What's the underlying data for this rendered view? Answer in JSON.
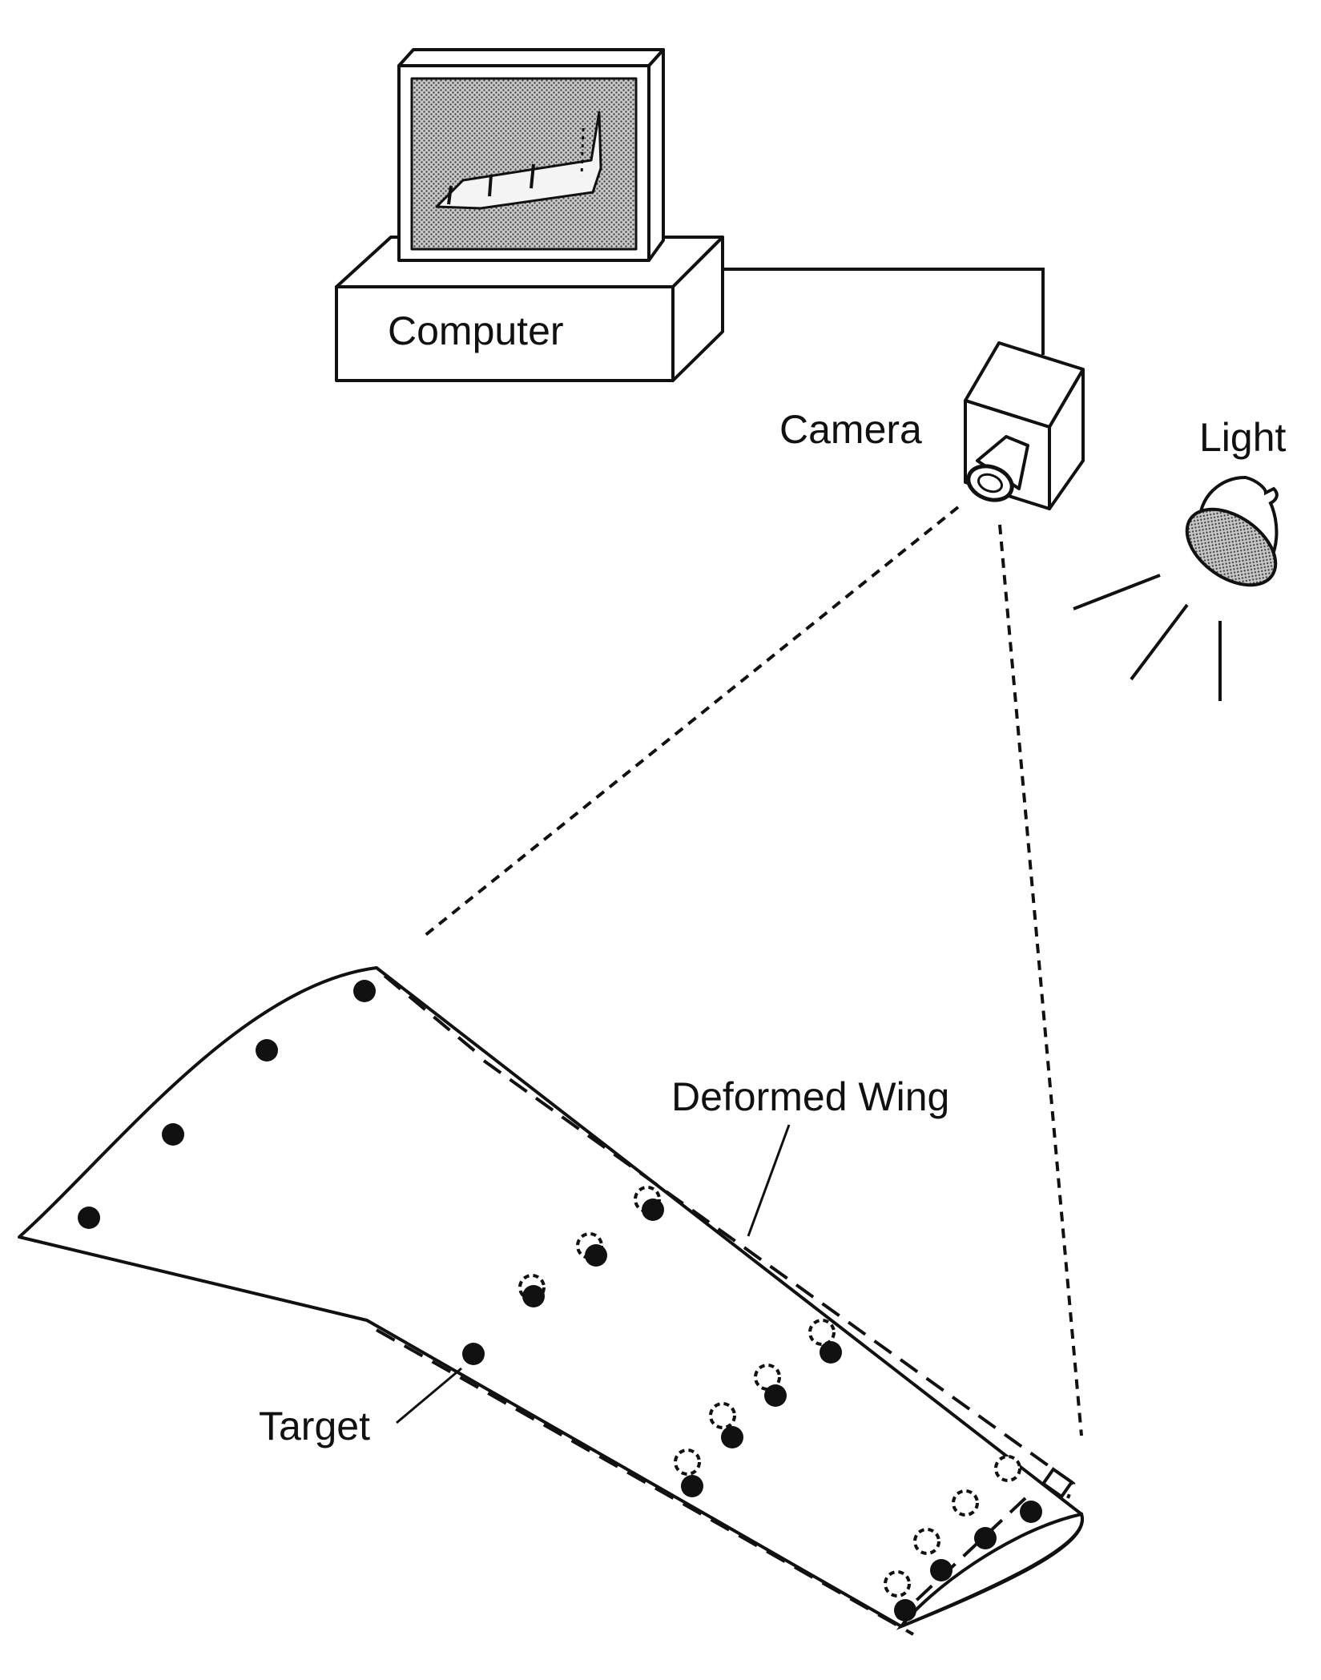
{
  "labels": {
    "computer": "Computer",
    "camera": "Camera",
    "light": "Light",
    "deformed_wing": "Deformed Wing",
    "target": "Target"
  },
  "colors": {
    "ink": "#111111",
    "background": "#ffffff",
    "screen_fill": "#9a9a9a"
  }
}
